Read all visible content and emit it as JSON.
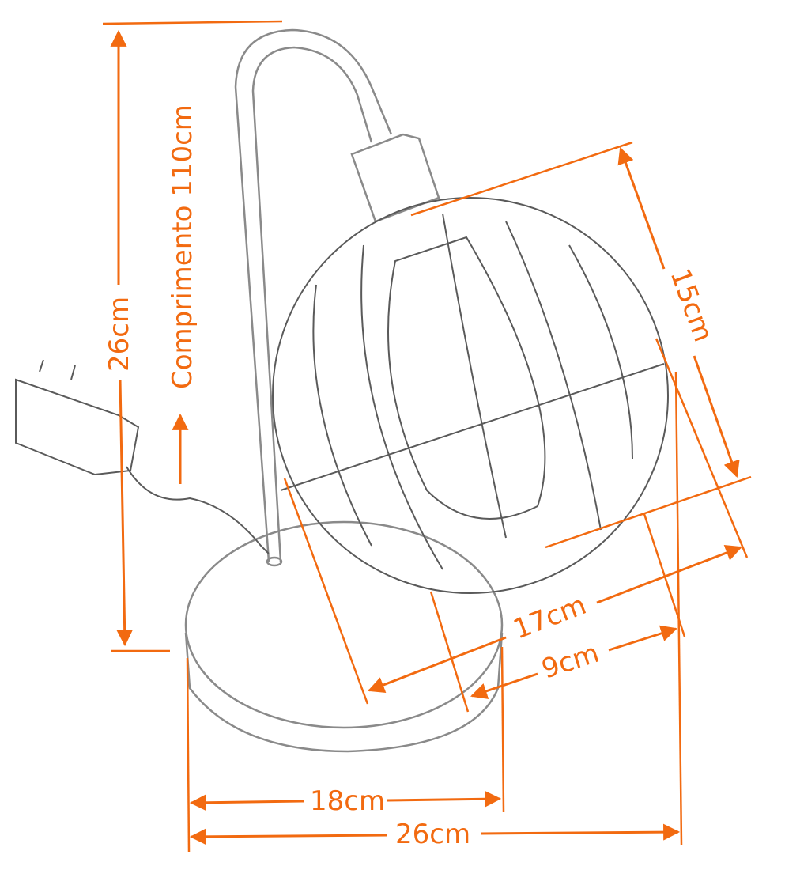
{
  "colors": {
    "accent": "#F26A10",
    "sketch": "#8a8a8a"
  },
  "labels": {
    "height": "26cm",
    "cord_length": "Comprimento 110cm",
    "shade_height": "15cm",
    "shade_width": "17cm",
    "shade_offset": "9cm",
    "base_diameter": "18cm",
    "total_width": "26cm"
  }
}
